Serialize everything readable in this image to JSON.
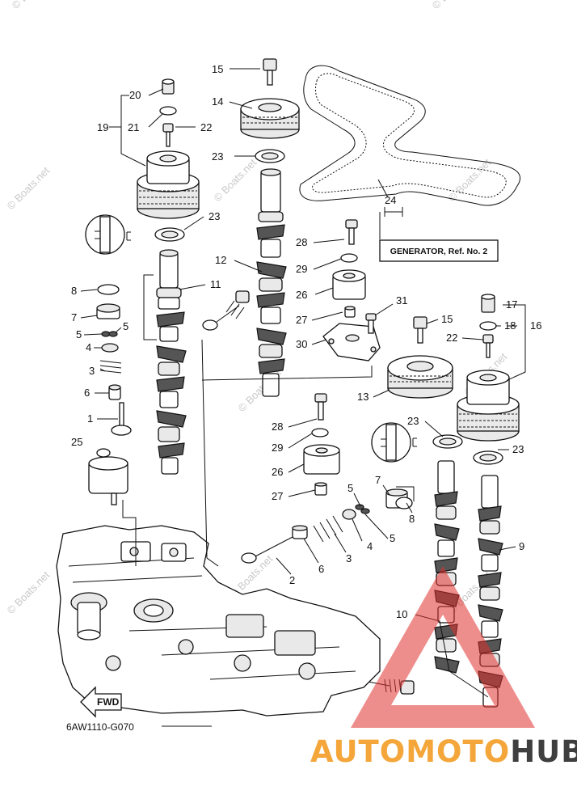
{
  "callouts": [
    {
      "num": "15"
    },
    {
      "num": "14"
    },
    {
      "num": "20"
    },
    {
      "num": "19"
    },
    {
      "num": "21"
    },
    {
      "num": "22"
    },
    {
      "num": "23"
    },
    {
      "num": "23"
    },
    {
      "num": "24"
    },
    {
      "num": "28"
    },
    {
      "num": "12"
    },
    {
      "num": "29"
    },
    {
      "num": "11"
    },
    {
      "num": "26"
    },
    {
      "num": "8"
    },
    {
      "num": "7"
    },
    {
      "num": "27"
    },
    {
      "num": "31"
    },
    {
      "num": "5"
    },
    {
      "num": "5"
    },
    {
      "num": "4"
    },
    {
      "num": "30"
    },
    {
      "num": "3"
    },
    {
      "num": "15"
    },
    {
      "num": "17"
    },
    {
      "num": "18"
    },
    {
      "num": "16"
    },
    {
      "num": "22"
    },
    {
      "num": "6"
    },
    {
      "num": "13"
    },
    {
      "num": "1"
    },
    {
      "num": "28"
    },
    {
      "num": "23"
    },
    {
      "num": "25"
    },
    {
      "num": "29"
    },
    {
      "num": "23"
    },
    {
      "num": "26"
    },
    {
      "num": "7"
    },
    {
      "num": "5"
    },
    {
      "num": "27"
    },
    {
      "num": "8"
    },
    {
      "num": "4"
    },
    {
      "num": "5"
    },
    {
      "num": "3"
    },
    {
      "num": "9"
    },
    {
      "num": "6"
    },
    {
      "num": "2"
    },
    {
      "num": "10"
    }
  ],
  "generator_box": {
    "text": "GENERATOR,  Ref. No. 2"
  },
  "fwd_label": "FWD",
  "diagram_code": "6AW1110-G070",
  "watermark": "© Boats.net",
  "brand": {
    "part1": "AUTOMOTO",
    "part2": "HUB",
    "color1": "#f4a63a",
    "color2": "#3f3f3f",
    "triangle_color": "#e0322e"
  }
}
